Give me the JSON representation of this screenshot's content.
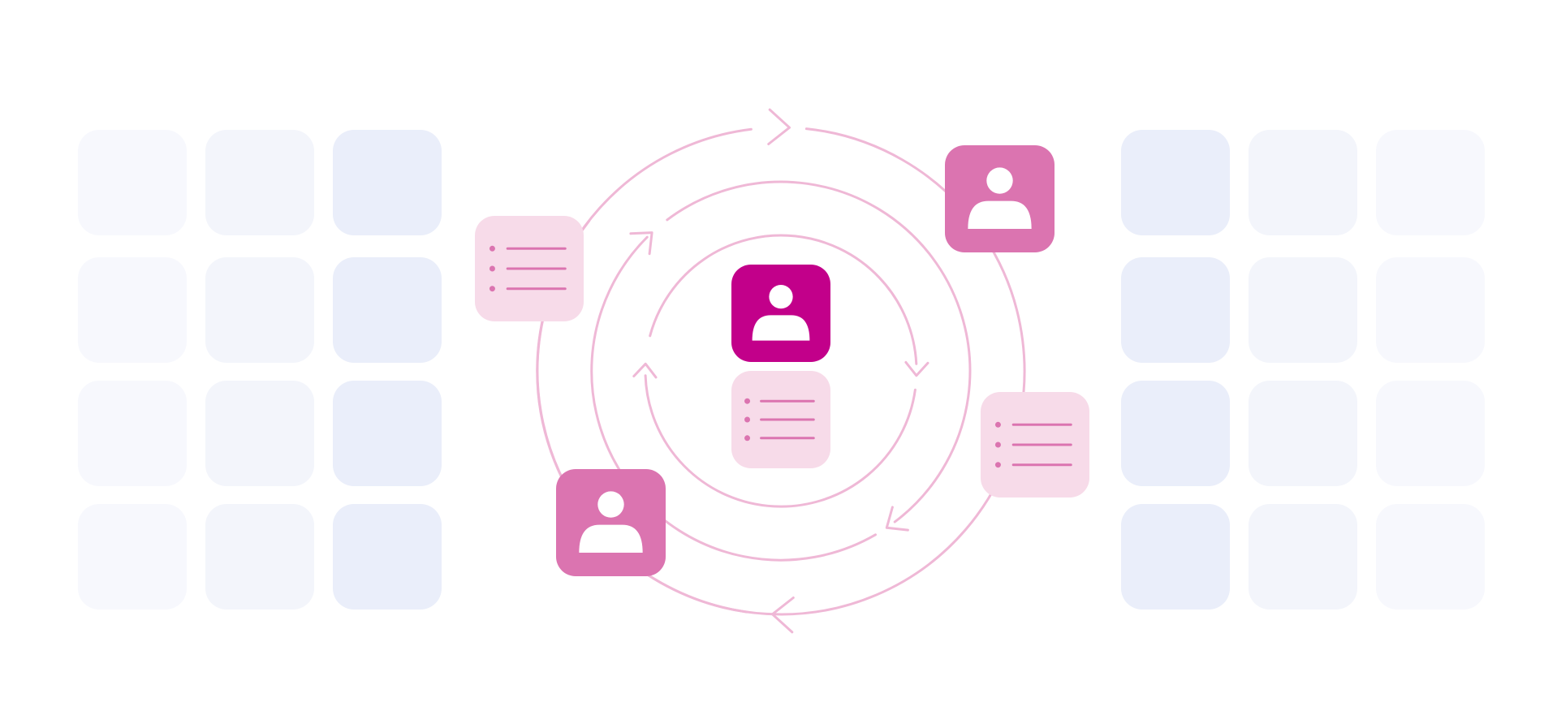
{
  "colors": {
    "background": "#ffffff",
    "tile_faint": "#f7f8fd",
    "tile_light": "#f3f5fb",
    "tile_blue": "#eaeefa",
    "arrow_pink": "#efb8d6",
    "user_magenta": "#c2008a",
    "user_pink": "#db74b0",
    "list_card_bg": "#f7dbe9",
    "list_line": "#db74b0",
    "icon_white": "#ffffff"
  },
  "left_grid": {
    "rows": 4,
    "columns": 3,
    "column_tones": [
      "faint",
      "light",
      "blue"
    ]
  },
  "right_grid": {
    "rows": 4,
    "columns": 3,
    "column_tones": [
      "blue",
      "light",
      "faint"
    ]
  },
  "cycle_rings": {
    "count": 3,
    "arrows_per_ring": 2,
    "direction": "clockwise"
  },
  "cards": [
    {
      "name": "center-user-card",
      "type": "user",
      "tone": "user_magenta"
    },
    {
      "name": "center-list-card",
      "type": "list",
      "list_items": 3
    },
    {
      "name": "top-right-user-card",
      "type": "user",
      "tone": "user_pink"
    },
    {
      "name": "bottom-left-user-card",
      "type": "user",
      "tone": "user_pink"
    },
    {
      "name": "top-left-list-card",
      "type": "list",
      "list_items": 3
    },
    {
      "name": "right-list-card",
      "type": "list",
      "list_items": 3
    }
  ]
}
